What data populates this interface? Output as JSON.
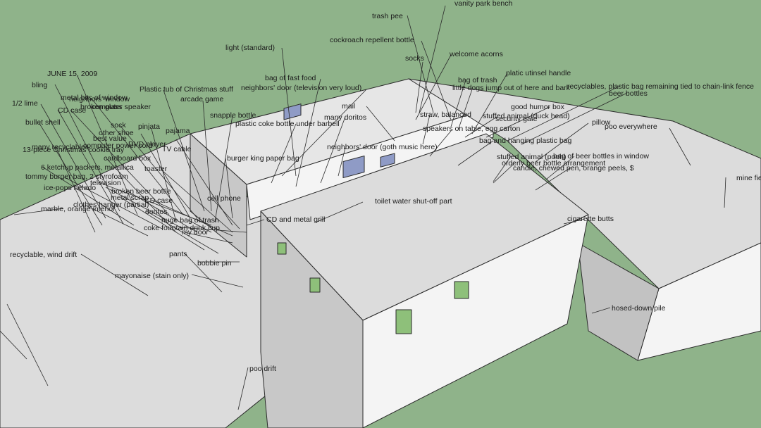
{
  "scene": {
    "colors": {
      "ground": "#8fb38a",
      "roof": "#dcdcdc",
      "wall_light": "#f4f4f4",
      "wall_shadow": "#c2c2c2",
      "window_green": "#8ec07a",
      "window_blue": "#8f9bc6",
      "ink": "#1b1b1b"
    },
    "labels": [
      "vanity park bench",
      "trash pee",
      "cockroach repellent bottle",
      "socks",
      "welcome acorns",
      "light (standard)",
      "JUNE 15, 2009",
      "bag of fast food",
      "bag of trash",
      "platic utinsel handle",
      "bling",
      "neighbors' door (television very loud)",
      "little dogs jump out of here and bark",
      "recyclables, plastic bag remaining tied to chain-link fence",
      "beer bottles",
      "Plastic tub of Christmas stuff",
      "arcade game",
      "1/2 lime",
      "metal bits of window",
      "neighbors' window",
      "broken glass",
      "computer speaker",
      "CD case",
      "mail",
      "good humor box",
      "straw, balanced",
      "stuffed animal (duck head)",
      "security gate",
      "snapple bottle",
      "many doritos",
      "plastic coke bottle under barbell",
      "pillow",
      "poo everywhere",
      "bullet shell",
      "pinjata",
      "pajama",
      "sock",
      "other shoe",
      "many recyclables",
      "13-piece Christmas cookie tray",
      "best value",
      "computer power cord",
      "DVD player",
      "TV cable",
      "speakers on table, egg carton",
      "bag and hanging plastic bag",
      "cardboard box",
      "neighbors' door (goth music here)",
      "burger king paper bag",
      "6 ketchup packets, metallica",
      "tommy burger bag, 2 styrofoam",
      "television",
      "toaster",
      "stuffed animal (pooh)",
      "bag of beer bottles in window",
      "orderly beer bottle arrangement",
      "candle, chewed pen, orange peels, $",
      "ice-pops helado",
      "broken beer bottle",
      "cell phone",
      "mine field",
      "marble, orange interior",
      "clothes hanger (partial)",
      "metal scrap",
      "doritos",
      "CD case",
      "huge bag of trash",
      "coke fountain drink cup",
      "my door",
      "toilet water shut-off part",
      "CD and metal grill",
      "cigarette butts",
      "pants",
      "bobbie pin",
      "recyclable, wind drift",
      "mayonaise (stain only)",
      "hosed-down pile",
      "poo drift"
    ]
  }
}
